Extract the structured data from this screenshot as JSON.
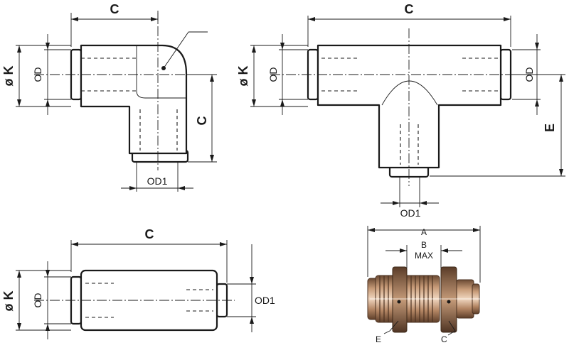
{
  "labels": {
    "c": "C",
    "od": "OD",
    "od1": "OD1",
    "k": "ø K",
    "e": "E",
    "a": "A",
    "b": "B",
    "max": "MAX"
  }
}
